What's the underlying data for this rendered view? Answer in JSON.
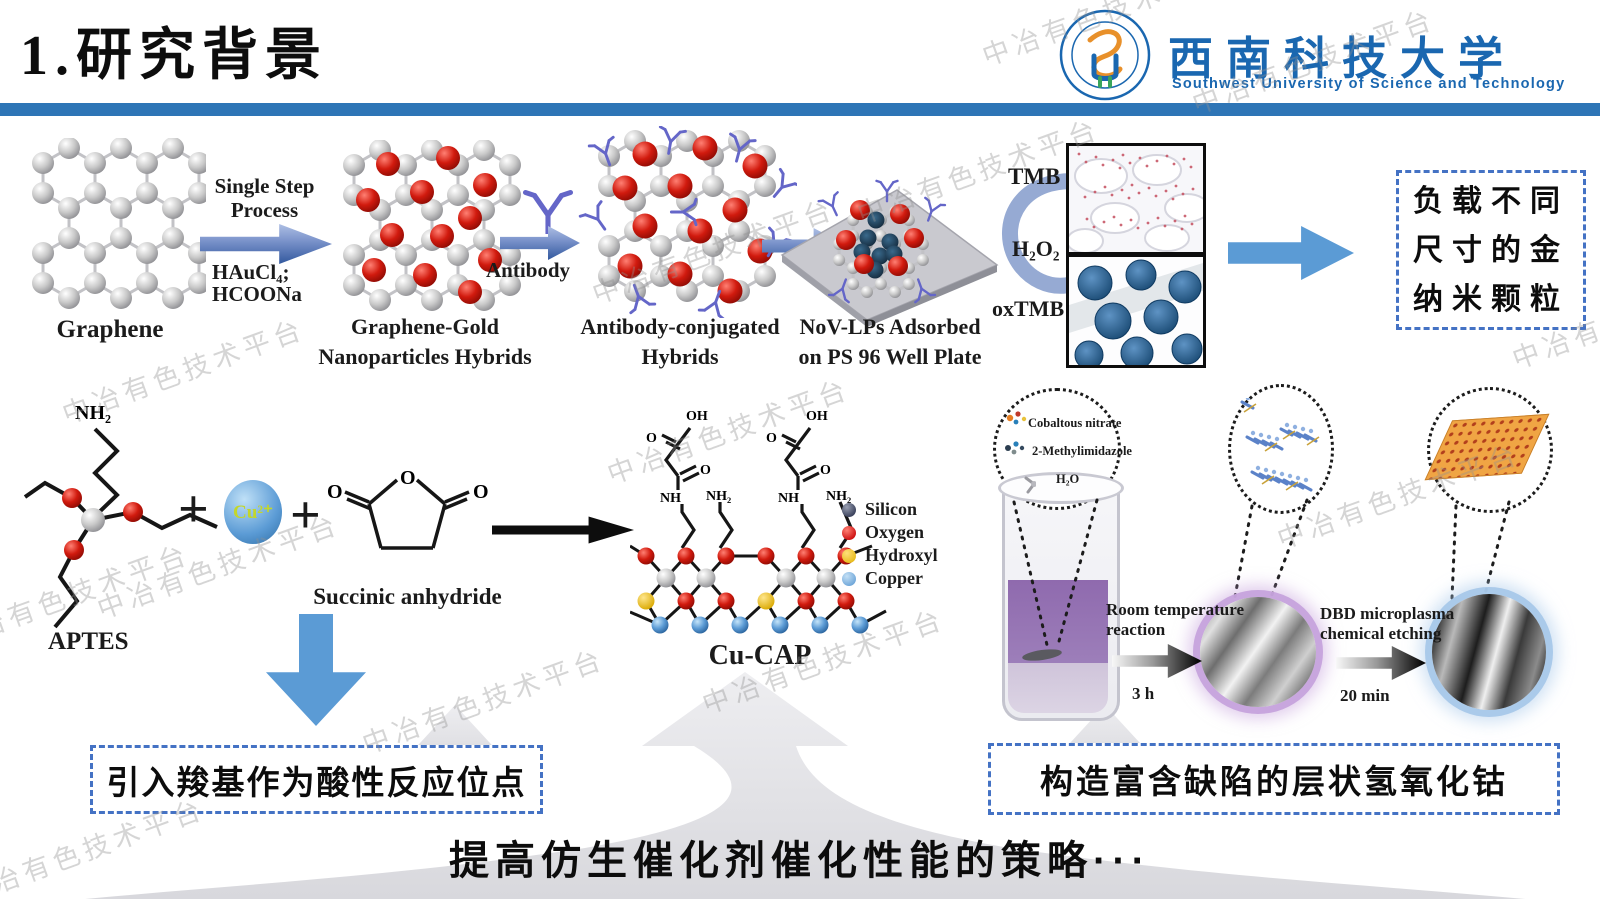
{
  "slide": {
    "title": "1.研究背景"
  },
  "header": {
    "university_cn": "西南科技大学",
    "university_en": "Southwest University of Science and Technology"
  },
  "watermark": {
    "text": "中冶有色技术平台"
  },
  "top_flow": {
    "graphene_label": "Graphene",
    "step1_line1": "Single Step",
    "step1_line2": "Process",
    "step1_reagent1": "HAuCl₄;",
    "step1_reagent2": "HCOONa",
    "hybrid_line1": "Graphene-Gold",
    "hybrid_line2": "Nanoparticles Hybrids",
    "antibody_label": "Antibody",
    "conjugated_line1": "Antibody-conjugated",
    "conjugated_line2": "Hybrids",
    "plate_line1": "NoV-LPs Adsorbed",
    "plate_line2": "on PS 96 Well Plate",
    "tmb": "TMB",
    "h2o2": "H₂O₂",
    "oxtmb": "oxTMB",
    "result_lines": [
      "负载不同",
      "尺寸的金",
      "纳米颗粒"
    ]
  },
  "cucap": {
    "nh2": "NH₂",
    "plus": "+",
    "cu_ion": "Cu²⁺",
    "o": "O",
    "oh": "OH",
    "nh": "NH",
    "aptes_label": "APTES",
    "succinic_label": "Succinic anhydride",
    "label": "Cu-CAP",
    "legend": [
      {
        "name": "Silicon",
        "color": "#3f4660"
      },
      {
        "name": "Oxygen",
        "color": "#d01616"
      },
      {
        "name": "Hydroxyl",
        "color": "#e7bb1d"
      },
      {
        "name": "Copper",
        "color": "#70a7d9"
      }
    ]
  },
  "cobalt": {
    "ingredient1": "Cobaltous nitrate",
    "ingredient2": "2-Methylimidazole",
    "ingredient3": "H₂O",
    "step1_line1": "Room temperature",
    "step1_line2": "reaction",
    "step1_time": "3 h",
    "step2_line1": "DBD microplasma",
    "step2_line2": "chemical etching",
    "step2_time": "20 min"
  },
  "bottom": {
    "left_box": "引入羧基作为酸性反应位点",
    "right_box": "构造富含缺陷的层状氢氧化钴",
    "strategy": "提高仿生催化剂催化性能的策略···"
  },
  "colors": {
    "bar_blue": "#2e75b6",
    "arrow_blue": "#5b9bd5",
    "dashed_blue": "#4472c4",
    "logo_blue": "#1a67b0"
  }
}
